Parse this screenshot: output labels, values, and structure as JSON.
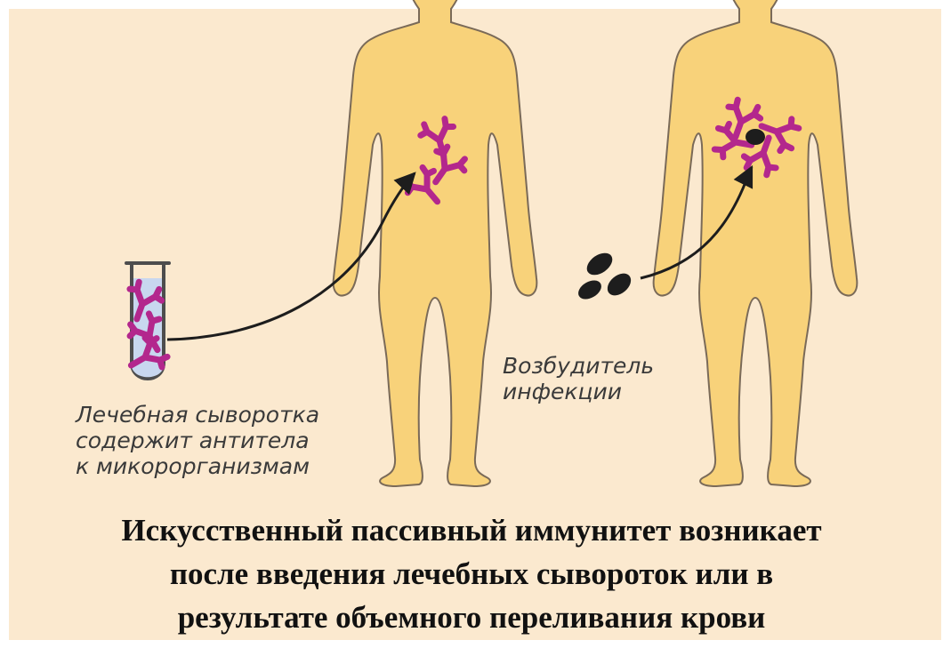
{
  "labels": {
    "serum": [
      "Лечебная сыворотка",
      "содержит антитела",
      "к микорорганизмам"
    ],
    "pathogen": [
      "Возбудитель",
      "инфекции"
    ]
  },
  "caption": [
    "Искусственный пассивный иммунитет возникает",
    "после введения лечебных сывороток или в",
    "результате объемного переливания крови"
  ],
  "colors": {
    "background": "#fbe9cf",
    "body_fill": "#f8d27a",
    "body_stroke": "#7a6a58",
    "antibody": "#b3278d",
    "pathogen": "#1d1d1d",
    "tube_fluid": "#c8d7ef"
  },
  "icons": [
    "test-tube-icon",
    "antibody-icon",
    "pathogen-icon",
    "human-body-icon",
    "arrow-icon"
  ]
}
